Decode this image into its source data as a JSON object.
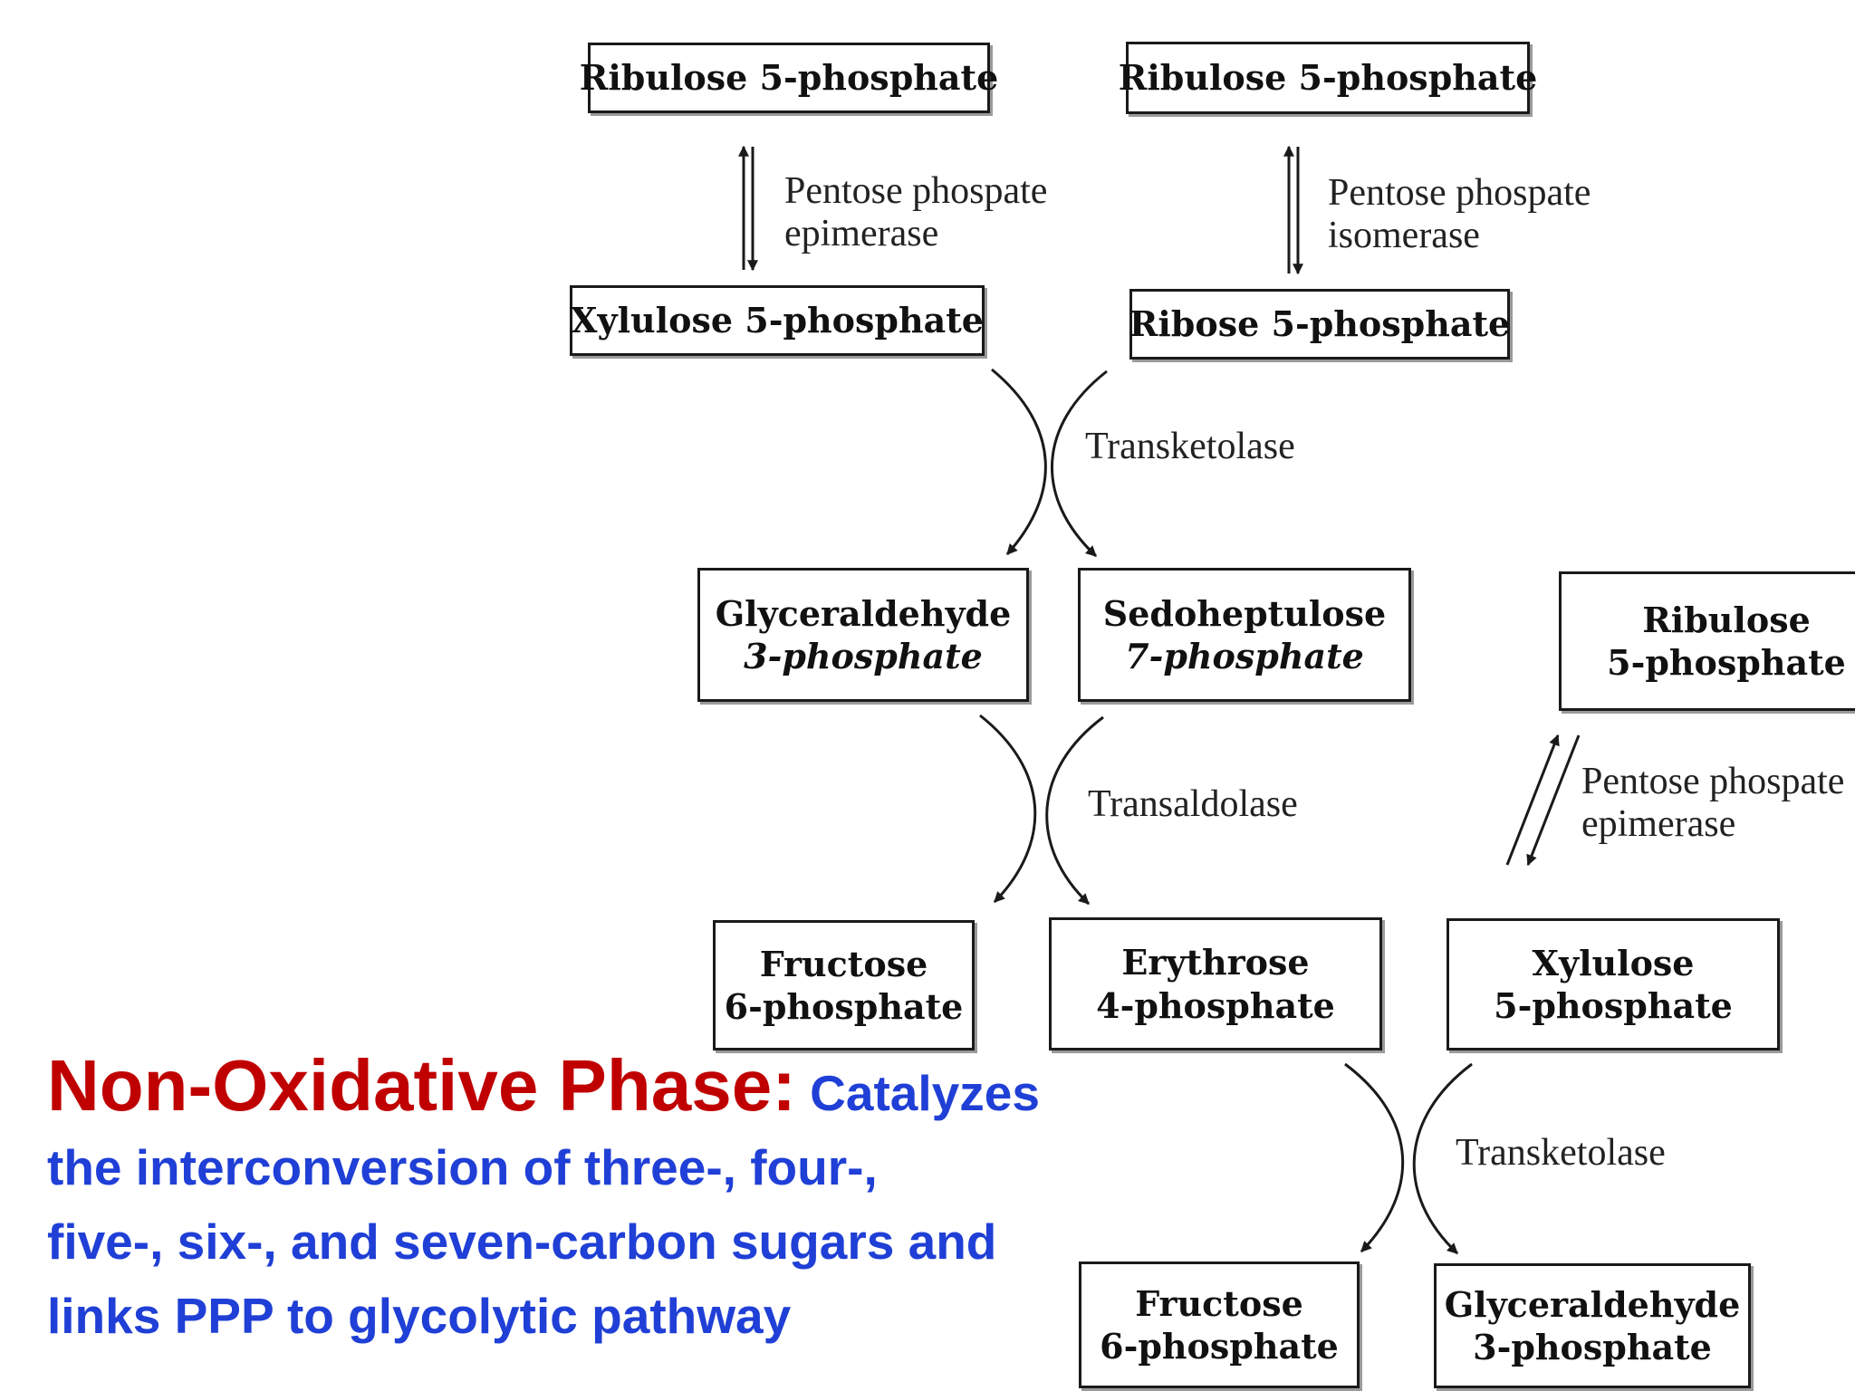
{
  "colors": {
    "caption_heading": "#c00000",
    "caption_body": "#1f3fd6",
    "ink": "#1a1a1a"
  },
  "boxes": {
    "ribulose_left": [
      "Ribulose 5-phosphate"
    ],
    "ribulose_right": [
      "Ribulose 5-phosphate"
    ],
    "xylulose_top": [
      "Xylulose 5-phosphate"
    ],
    "ribose": [
      "Ribose 5-phosphate"
    ],
    "glyceraldehyde_mid": [
      "Glyceraldehyde",
      "3-phosphate"
    ],
    "sedoheptulose": [
      "Sedoheptulose",
      "7-phosphate"
    ],
    "ribulose_side": [
      "Ribulose",
      "5-phosphate"
    ],
    "fructose_mid": [
      "Fructose",
      "6-phosphate"
    ],
    "erythrose": [
      "Erythrose",
      "4-phosphate"
    ],
    "xylulose_side": [
      "Xylulose",
      "5-phosphate"
    ],
    "fructose_bottom": [
      "Fructose",
      "6-phosphate"
    ],
    "glyceraldehyde_bottom": [
      "Glyceraldehyde",
      "3-phosphate"
    ]
  },
  "enzymes": {
    "epimerase_top": [
      "Pentose phospate",
      "epimerase"
    ],
    "isomerase": [
      "Pentose phospate",
      "isomerase"
    ],
    "transketolase_1": [
      "Transketolase"
    ],
    "transaldolase": [
      "Transaldolase"
    ],
    "epimerase_side": [
      "Pentose phospate",
      "epimerase"
    ],
    "transketolase_2": [
      "Transketolase"
    ]
  },
  "caption": {
    "heading": "Non-Oxidative Phase:",
    "lines": [
      "Catalyzes",
      "the interconversion of three-, four-,",
      "five-, six-, and seven-carbon sugars and",
      "links PPP to glycolytic pathway"
    ]
  }
}
